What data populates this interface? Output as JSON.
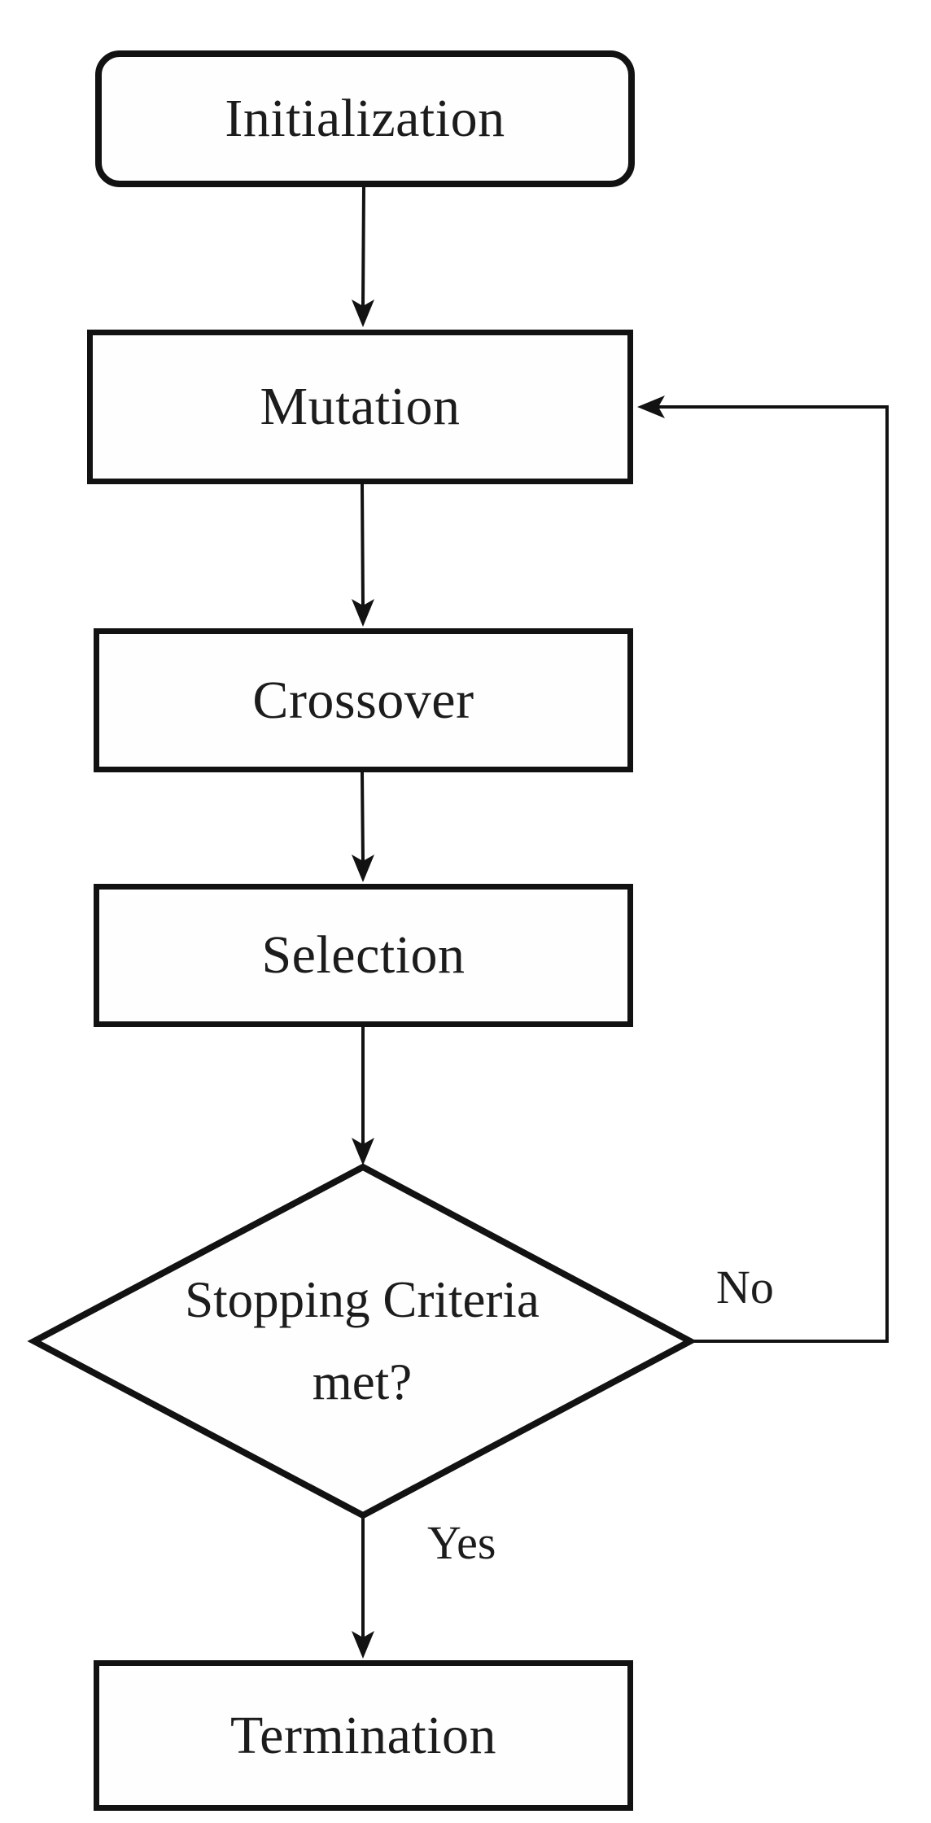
{
  "colors": {
    "background": "#ffffff",
    "line": "#121212",
    "text": "#1c1c1c"
  },
  "nodes": {
    "initialization": {
      "label": "Initialization",
      "shape": "rounded-rectangle"
    },
    "mutation": {
      "label": "Mutation",
      "shape": "rectangle"
    },
    "crossover": {
      "label": "Crossover",
      "shape": "rectangle"
    },
    "selection": {
      "label": "Selection",
      "shape": "rectangle"
    },
    "decision": {
      "label": "Stopping Criteria met?",
      "lines": [
        "Stopping Criteria",
        "met?"
      ],
      "shape": "diamond"
    },
    "termination": {
      "label": "Termination",
      "shape": "rectangle"
    }
  },
  "edges": {
    "no_label": "No",
    "yes_label": "Yes",
    "flow": [
      {
        "from": "initialization",
        "to": "mutation"
      },
      {
        "from": "mutation",
        "to": "crossover"
      },
      {
        "from": "crossover",
        "to": "selection"
      },
      {
        "from": "selection",
        "to": "decision"
      },
      {
        "from": "decision",
        "to": "termination",
        "label": "Yes"
      },
      {
        "from": "decision",
        "to": "mutation",
        "label": "No"
      }
    ]
  }
}
